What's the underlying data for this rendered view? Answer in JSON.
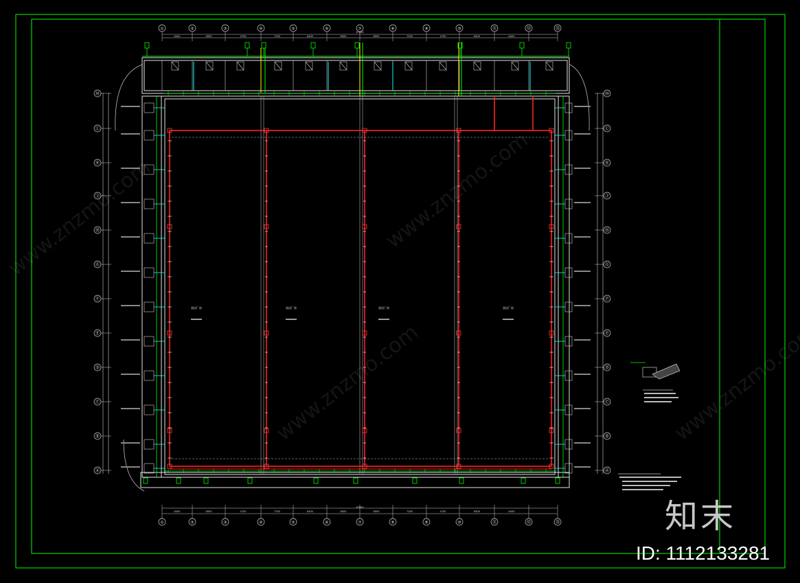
{
  "drawing": {
    "grid_top": [
      "①",
      "②",
      "③",
      "④",
      "⑤",
      "⑥",
      "⑦",
      "⑧",
      "⑨",
      "⑩",
      "⑪",
      "⑫",
      "⑬"
    ],
    "grid_side": [
      "Ⓜ",
      "Ⓛ",
      "Ⓚ",
      "Ⓙ",
      "Ⓗ",
      "Ⓖ",
      "Ⓕ",
      "Ⓔ",
      "Ⓓ",
      "Ⓒ",
      "Ⓑ",
      "Ⓐ"
    ],
    "dimensions_top": [
      "8400",
      "8500",
      "4750",
      "7250",
      "8450",
      "8500",
      "8500",
      "7250",
      "4750",
      "8500",
      "8400"
    ],
    "total_dimension": "87850",
    "hall_labels": [
      "测试厂房",
      "测试厂房",
      "测试厂房",
      "测试厂房"
    ],
    "colors": {
      "background": "#000000",
      "frame": "#00ff00",
      "walls": "#e0e0e0",
      "pipes": "#ff2020",
      "risers": "#00ffff",
      "yellow": "#ffff00"
    }
  },
  "watermark": {
    "brand": "知末",
    "id": "ID: 1112133281",
    "url": "www.znzmo.com"
  }
}
